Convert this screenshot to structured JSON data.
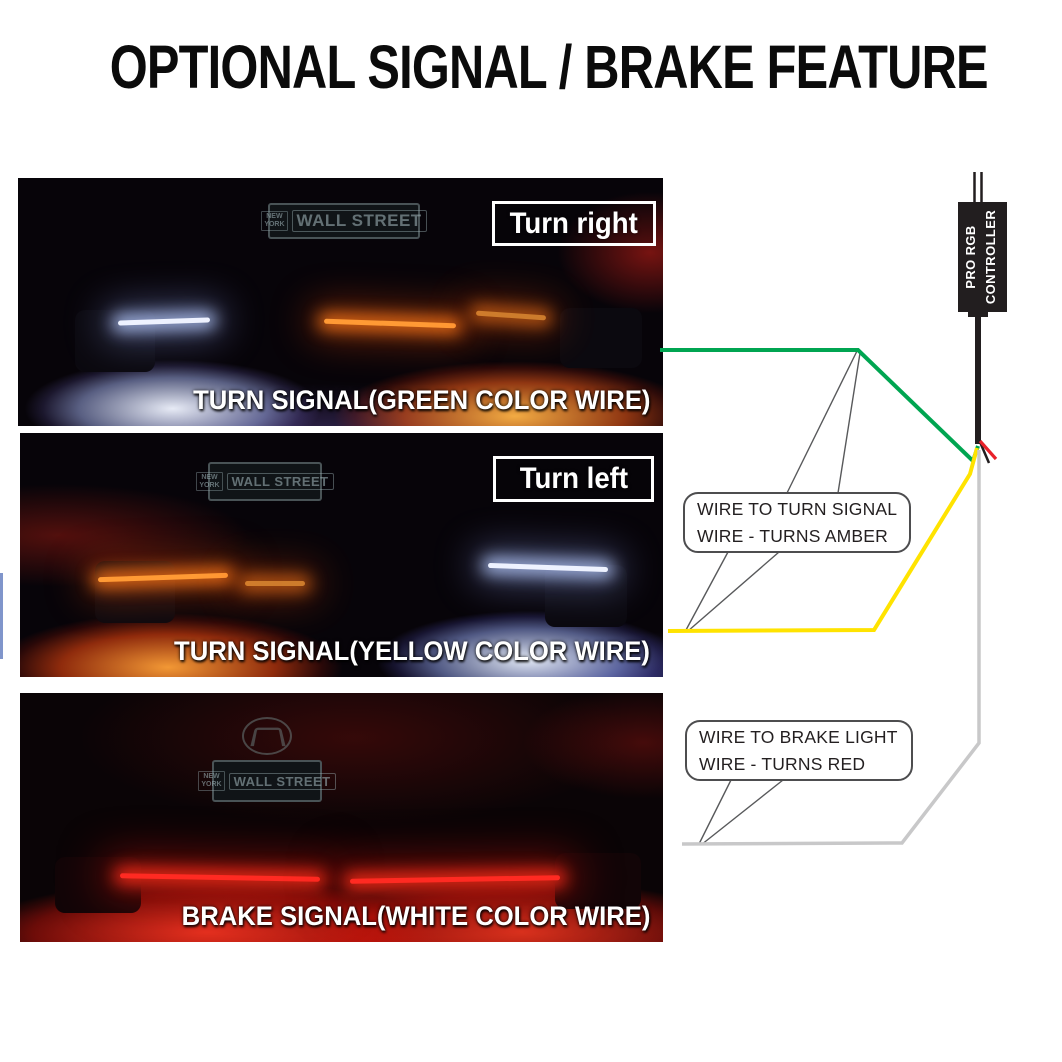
{
  "title": "OPTIONAL SIGNAL / BRAKE FEATURE",
  "photos": [
    {
      "badge": "Turn right",
      "caption": "TURN SIGNAL(GREEN COLOR WIRE)",
      "plate_ny1": "NEW",
      "plate_ny2": "YORK",
      "plate_main": "WALL STREET"
    },
    {
      "badge": "Turn left",
      "caption": "TURN SIGNAL(YELLOW COLOR WIRE)",
      "plate_ny1": "NEW",
      "plate_ny2": "YORK",
      "plate_main": "WALL STREET"
    },
    {
      "caption": "BRAKE SIGNAL(WHITE COLOR WIRE)",
      "plate_ny1": "NEW",
      "plate_ny2": "YORK",
      "plate_main": "WALL STREET"
    }
  ],
  "controller": {
    "line1": "PRO RGB",
    "line2": "CONTROLLER"
  },
  "callouts": [
    {
      "line1": "WIRE TO TURN SIGNAL",
      "line2": "WIRE - TURNS AMBER"
    },
    {
      "line1": "WIRE TO BRAKE LIGHT",
      "line2": "WIRE - TURNS RED"
    }
  ],
  "wires": {
    "green": "#00A551",
    "yellow": "#FFE300",
    "white": "#C8C8C9",
    "red": "#E8212A",
    "black": "#221E1F",
    "pointer": "#58595B"
  }
}
